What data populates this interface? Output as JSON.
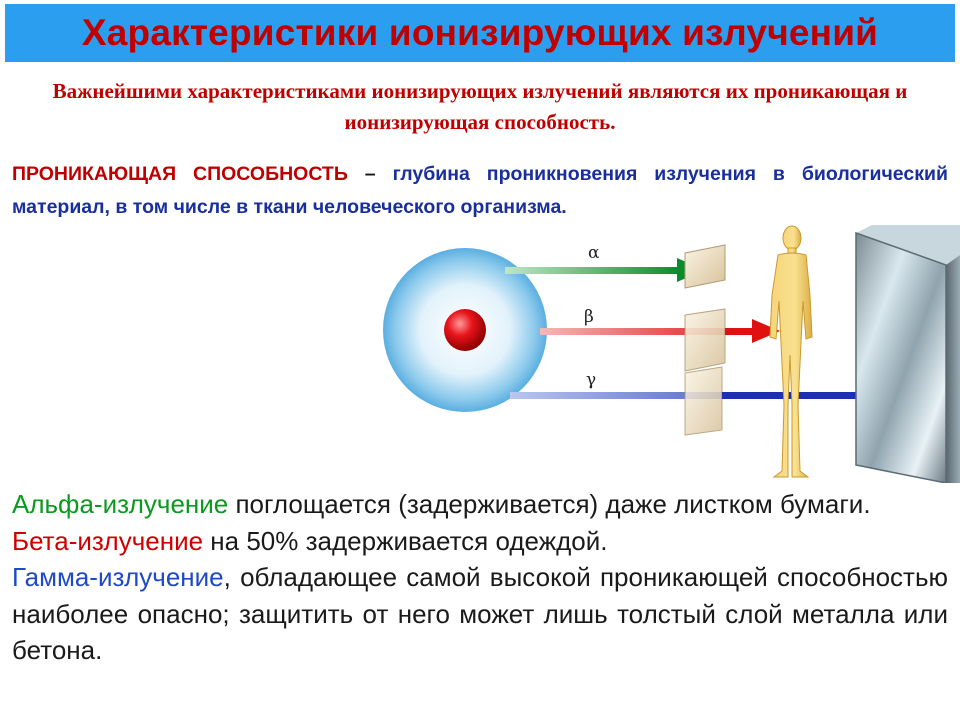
{
  "slide": {
    "title": "Характеристики ионизирующих излучений",
    "subtitle": "Важнейшими характеристиками ионизирующих излучений являются их проникающая и ионизирующая способность.",
    "definition": {
      "term": "ПРОНИКАЮЩАЯ СПОСОБНОСТЬ",
      "dash": " – ",
      "text": "глубина проникновения излучения в биологический материал, в том числе в ткани человеческого организма."
    },
    "figure": {
      "alpha_label": "α",
      "beta_label": "β",
      "gamma_label": "γ"
    },
    "paragraphs": {
      "alpha_term": "Альфа-излучение",
      "alpha_rest": " поглощается (задерживается) даже листком бумаги.",
      "beta_term": "Бета-излучение",
      "beta_rest": " на 50% задерживается одеждой.",
      "gamma_term": "Гамма-излучение",
      "gamma_rest": ", обладающее самой высокой проникающей способностью наиболее опасно; защитить от него может лишь толстый слой металла или бетона."
    }
  }
}
